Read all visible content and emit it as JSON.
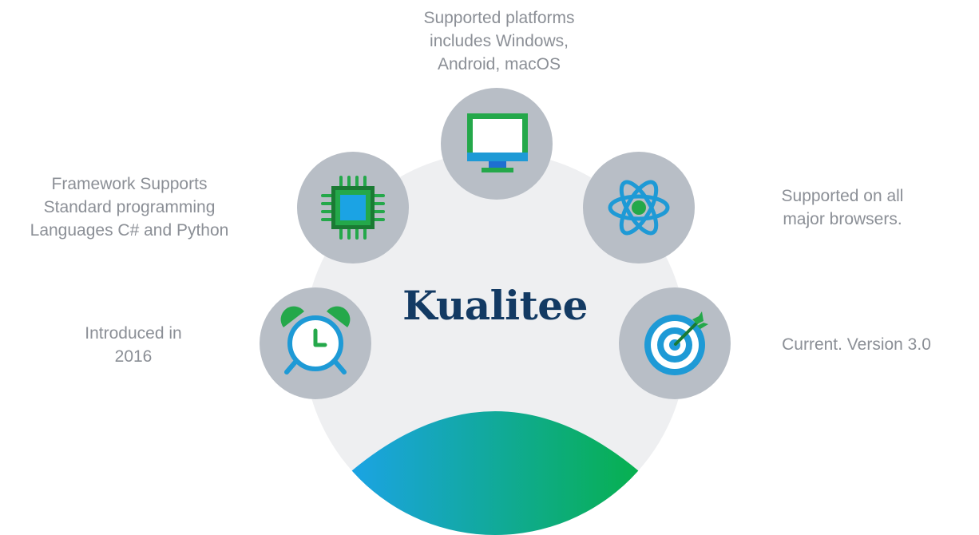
{
  "title": "Kualitee",
  "colors": {
    "disc": "#eeeff1",
    "node": "#b8bec6",
    "title": "#133a63",
    "label": "#8b8f96",
    "blue": "#1e9ad6",
    "green": "#24a84a",
    "gradient_left": "#1ba3e4",
    "gradient_right": "#07b04f"
  },
  "nodes": [
    {
      "id": "platforms",
      "icon": "monitor-icon",
      "label_lines": [
        "Supported platforms",
        "includes Windows,",
        "Android, macOS"
      ]
    },
    {
      "id": "languages",
      "icon": "chip-icon",
      "label_lines": [
        "Framework Supports",
        "Standard programming",
        "Languages C# and Python"
      ]
    },
    {
      "id": "browsers",
      "icon": "atom-icon",
      "label_lines": [
        "Supported on all",
        "major browsers."
      ]
    },
    {
      "id": "introduced",
      "icon": "alarm-clock-icon",
      "label_lines": [
        "Introduced in",
        "2016"
      ]
    },
    {
      "id": "version",
      "icon": "target-icon",
      "label_lines": [
        "Current. Version 3.0"
      ]
    }
  ]
}
